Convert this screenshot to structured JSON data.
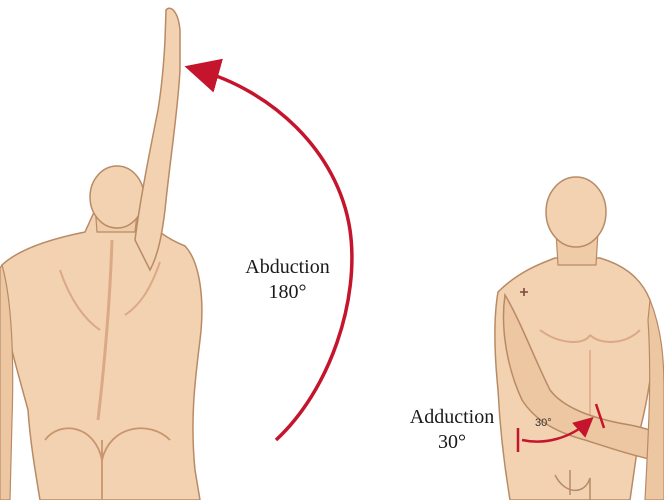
{
  "abduction": {
    "name": "Abduction",
    "angle": "180°"
  },
  "adduction": {
    "name": "Adduction",
    "angle": "30°",
    "inline_angle": "30°"
  },
  "colors": {
    "skin": "#f2d2b0",
    "skin_shadow": "#dca987",
    "outline": "#b98a66",
    "arrow": "#c4152c"
  }
}
